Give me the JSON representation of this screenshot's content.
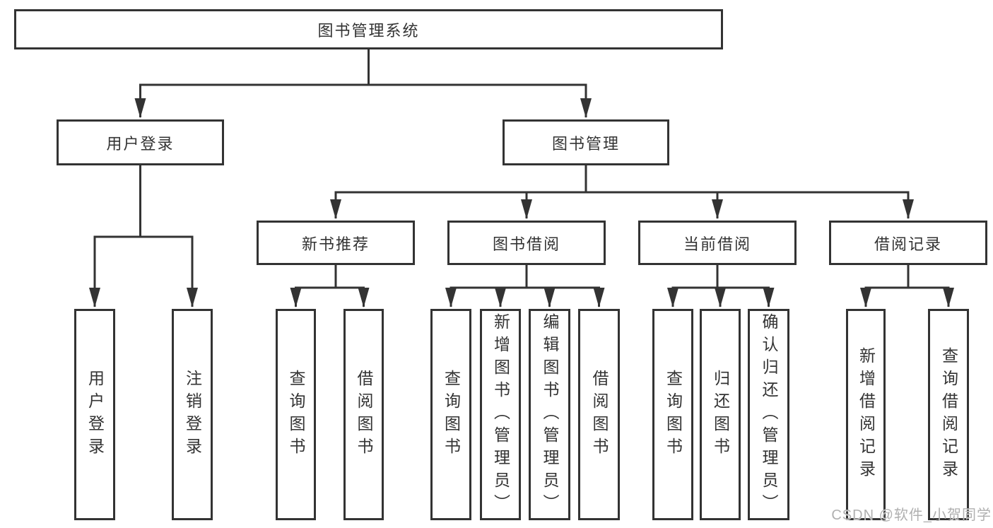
{
  "diagram": {
    "title_node": {
      "label": "图书管理系统"
    },
    "level2": [
      {
        "label": "用户登录"
      },
      {
        "label": "图书管理"
      }
    ],
    "level3": [
      {
        "label": "新书推荐"
      },
      {
        "label": "图书借阅"
      },
      {
        "label": "当前借阅"
      },
      {
        "label": "借阅记录"
      }
    ],
    "leaves": {
      "user_login": [
        "用户登录",
        "注销登录"
      ],
      "new_book": [
        "查询图书",
        "借阅图书"
      ],
      "book_borrow": [
        "查询图书",
        "新增图书（管理员）",
        "编辑图书（管理员）",
        "借阅图书"
      ],
      "current_borrow": [
        "查询图书",
        "归还图书",
        "确认归还（管理员）"
      ],
      "borrow_record": [
        "新增借阅记录",
        "查询借阅记录"
      ]
    },
    "colors": {
      "line": "#333333",
      "box_border": "#333333",
      "text": "#333333",
      "watermark": "#b0b0b0"
    }
  },
  "watermark": {
    "text": "CSDN @软件_小贺同学"
  }
}
